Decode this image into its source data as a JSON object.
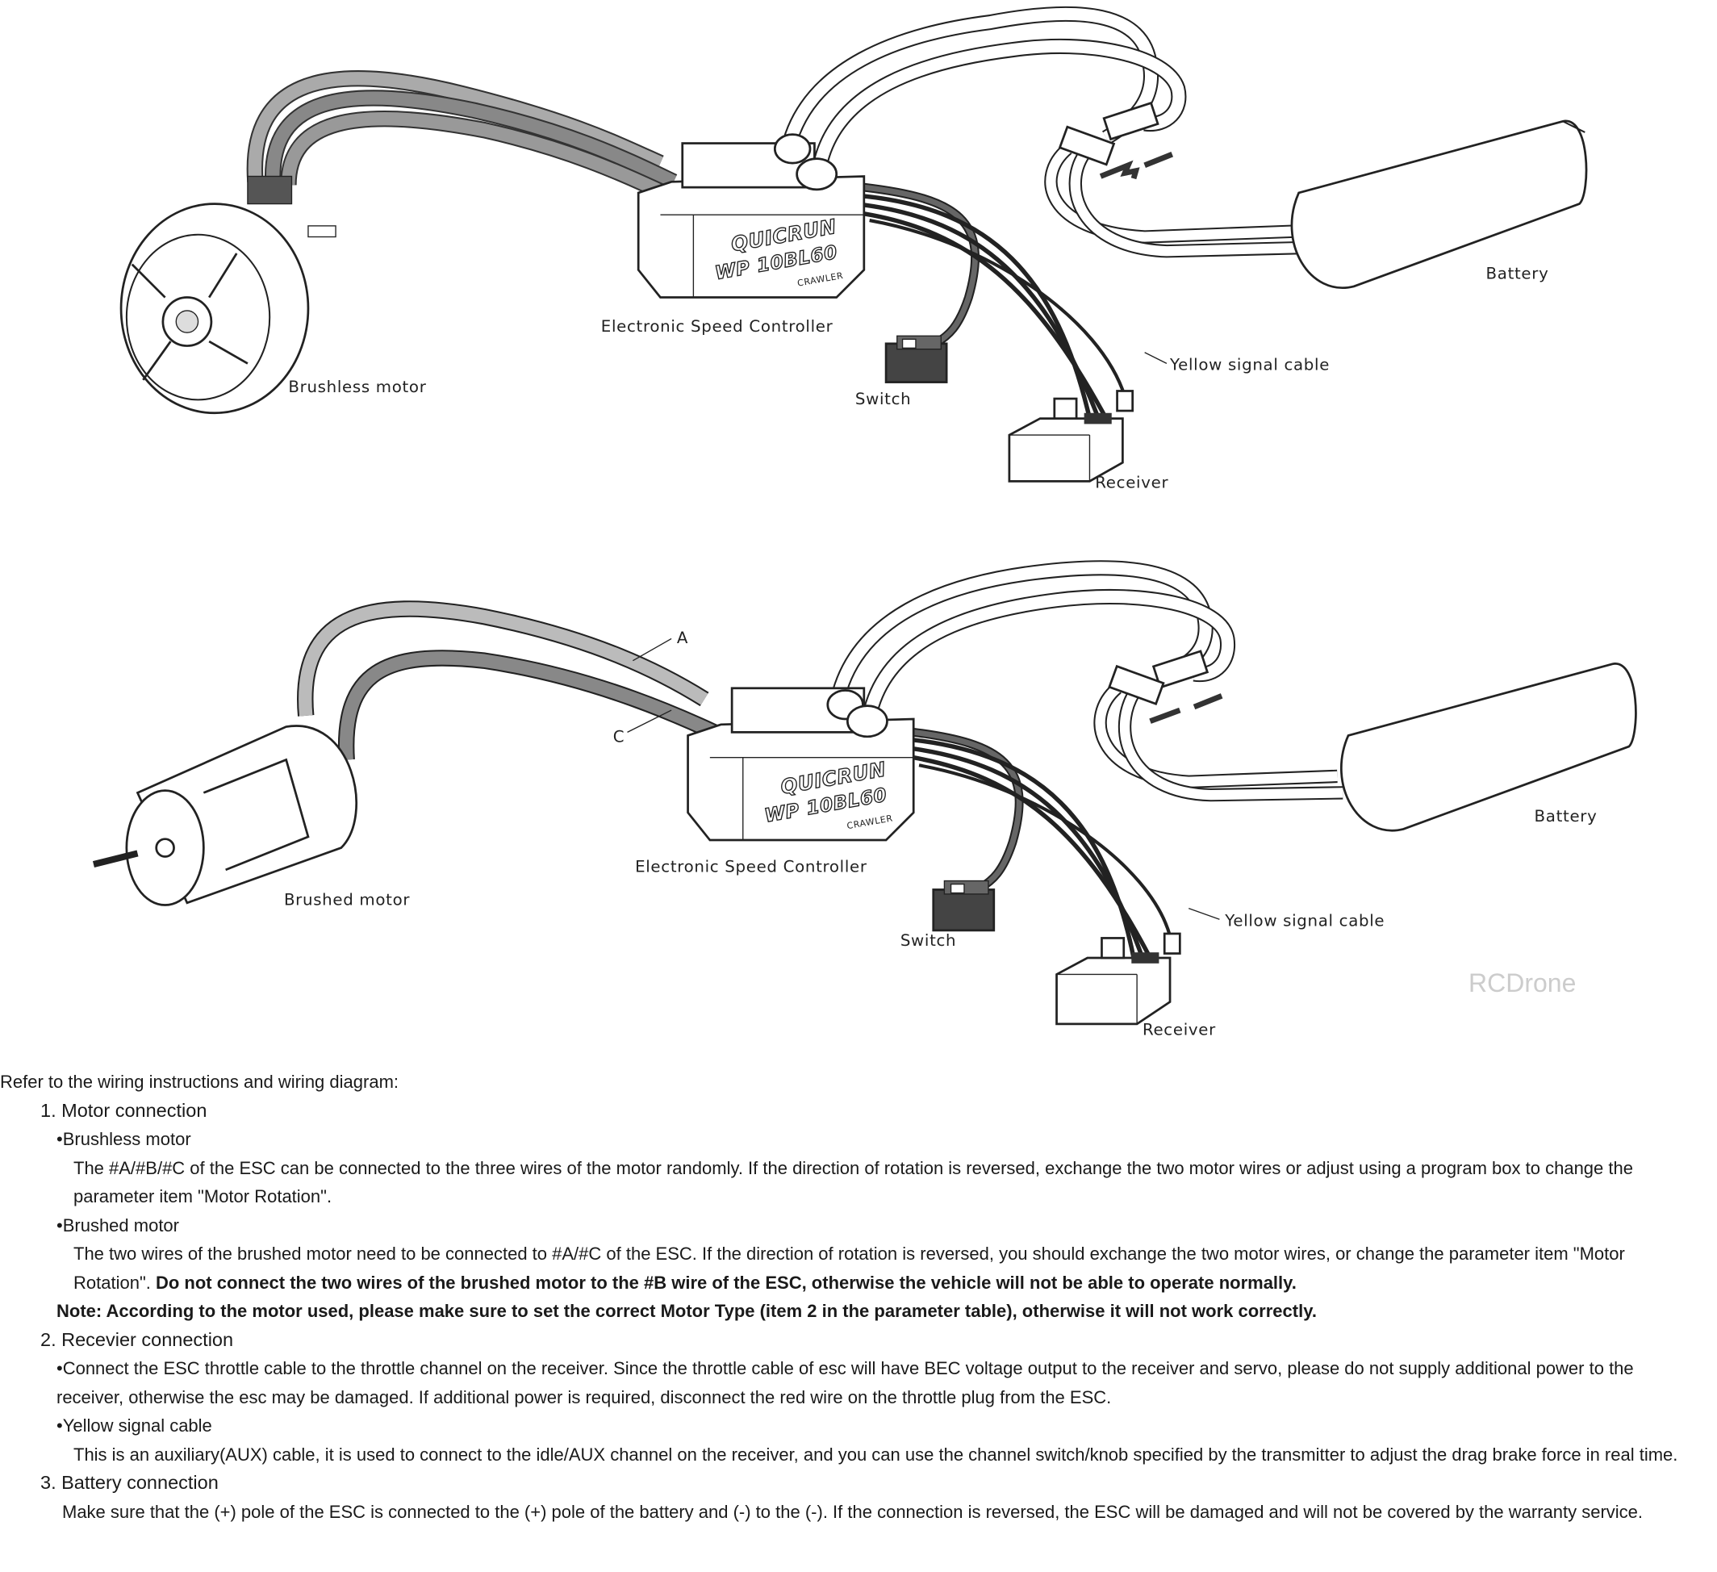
{
  "diagram_top": {
    "labels": {
      "motor": "Brushless motor",
      "esc": "Electronic Speed Controller",
      "battery": "Battery",
      "signal": "Yellow signal cable",
      "switch": "Switch",
      "receiver": "Receiver"
    },
    "esc_brand": "QUICRUN",
    "esc_model": "WP 10BL60",
    "esc_sub": "CRAWLER"
  },
  "diagram_bottom": {
    "labels": {
      "wire_a": "A",
      "wire_c": "C",
      "motor": "Brushed motor",
      "esc": "Electronic Speed Controller",
      "battery": "Battery",
      "signal": "Yellow signal cable",
      "switch": "Switch",
      "receiver": "Receiver"
    },
    "esc_brand": "QUICRUN",
    "esc_model": "WP 10BL60",
    "esc_sub": "CRAWLER"
  },
  "instructions": {
    "intro": "Refer to the wiring instructions and wiring diagram:",
    "s1_title": "1. Motor connection",
    "s1_b1_title": "Brushless motor",
    "s1_b1_text": "The #A/#B/#C of the ESC can be connected to the three wires of the motor randomly. If the direction of rotation is reversed, exchange the two motor wires or adjust using a program box to change the parameter item \"Motor Rotation\".",
    "s1_b2_title": "Brushed motor",
    "s1_b2_text": "The two wires of the brushed motor need to be connected to #A/#C of the ESC. If the direction of rotation is reversed, you should exchange the two motor wires, or change the parameter item \"Motor Rotation\". ",
    "s1_b2_bold": "Do not connect the two wires of the brushed motor to the #B wire of the ESC, otherwise the vehicle will not be able to operate normally.",
    "s1_note": "Note: According to the motor used, please make sure to set the correct Motor Type (item 2 in the parameter table), otherwise it will not work correctly.",
    "s2_title": "2. Recevier connection",
    "s2_b1_text": "Connect the ESC throttle cable to the throttle channel on the receiver. Since the throttle cable of esc will have BEC voltage output to the receiver and servo, please do not supply additional power to the receiver, otherwise the esc may be damaged. If additional power is required, disconnect the red wire on the throttle plug from the ESC.",
    "s2_b2_title": "Yellow signal cable",
    "s2_b2_text": "This is an auxiliary(AUX) cable, it is used to connect to the idle/AUX channel on the receiver, and you can use the channel switch/knob specified by the transmitter to adjust the drag brake force in real time.",
    "s3_title": "3. Battery connection",
    "s3_text": "Make sure that the (+) pole of the ESC is connected to the (+) pole of the battery and (-) to the (-). If the connection is reversed, the ESC will be damaged and will not be covered by the warranty service."
  },
  "watermark": "RCDrone"
}
